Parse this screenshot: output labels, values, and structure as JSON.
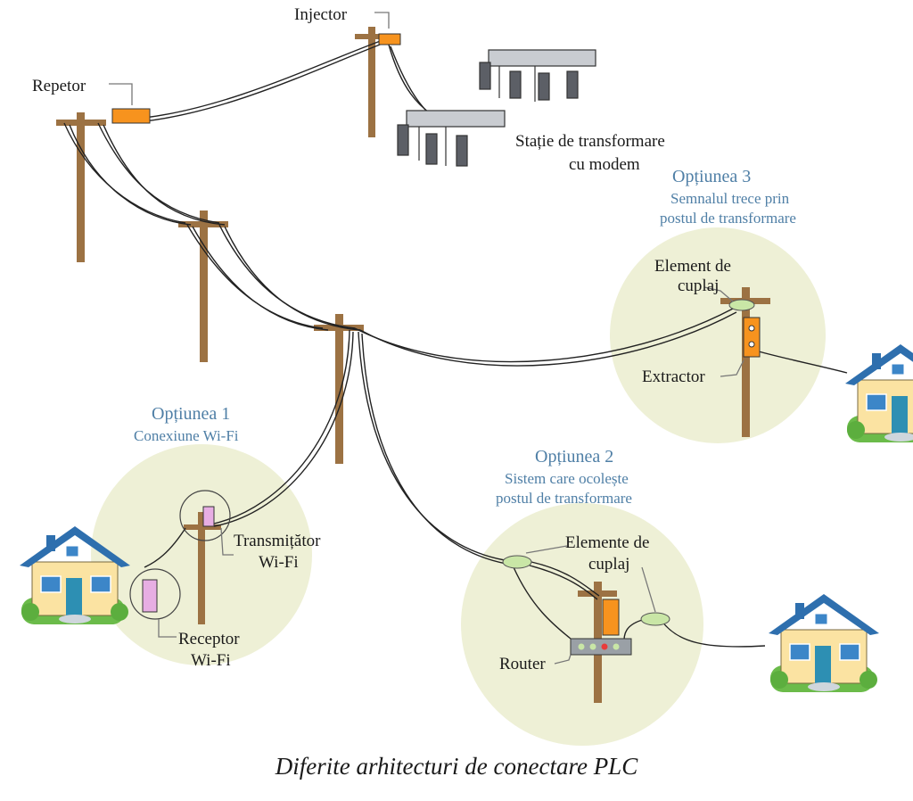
{
  "labels": {
    "injector": "Injector",
    "repetor": "Repetor",
    "statie_line1": "Stație de transformare",
    "statie_line2": "cu modem",
    "element_cuplaj_line1": "Element de",
    "element_cuplaj_line2": "cuplaj",
    "extractor": "Extractor",
    "transmitator_line1": "Transmițător",
    "transmitator_line2": "Wi-Fi",
    "receptor_line1": "Receptor",
    "receptor_line2": "Wi-Fi",
    "elemente_cuplaj_line1": "Elemente de",
    "elemente_cuplaj_line2": "cuplaj",
    "router": "Router"
  },
  "options": {
    "opt1": {
      "title": "Opțiunea 1",
      "line1": "Conexiune Wi-Fi"
    },
    "opt2": {
      "title": "Opțiunea 2",
      "line1": "Sistem care ocolește",
      "line2": "postul de transformare"
    },
    "opt3": {
      "title": "Opțiunea 3",
      "line1": "Semnalul trece prin",
      "line2": "postul de transformare"
    }
  },
  "caption": "Diferite arhitecturi de conectare PLC",
  "colors": {
    "pole": "#9c7243",
    "device_orange": "#f7931e",
    "zone_fill": "#eef0d6",
    "option_text": "#4f7fa6",
    "house_wall": "#fbe3a2",
    "house_roof": "#2e6fae",
    "coupler": "#c9e6a6"
  }
}
